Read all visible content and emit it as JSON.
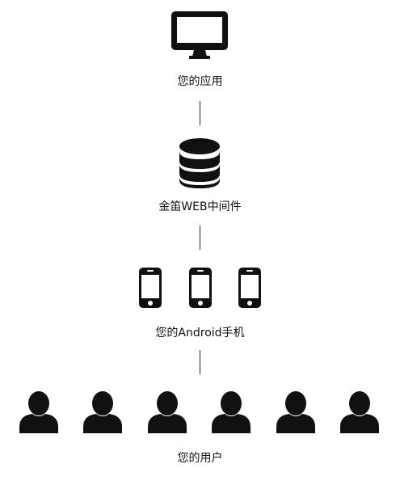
{
  "tiers": {
    "app": {
      "label": "您的应用",
      "icon": "monitor-icon"
    },
    "middleware": {
      "label": "金笛WEB中间件",
      "icon": "database-icon"
    },
    "devices": {
      "label": "您的Android手机",
      "icon": "smartphone-icon",
      "count": 3
    },
    "users": {
      "label": "您的用户",
      "icon": "user-icon",
      "count": 6
    }
  },
  "colors": {
    "icon": "#111111",
    "line": "#222222",
    "background": "#ffffff"
  }
}
